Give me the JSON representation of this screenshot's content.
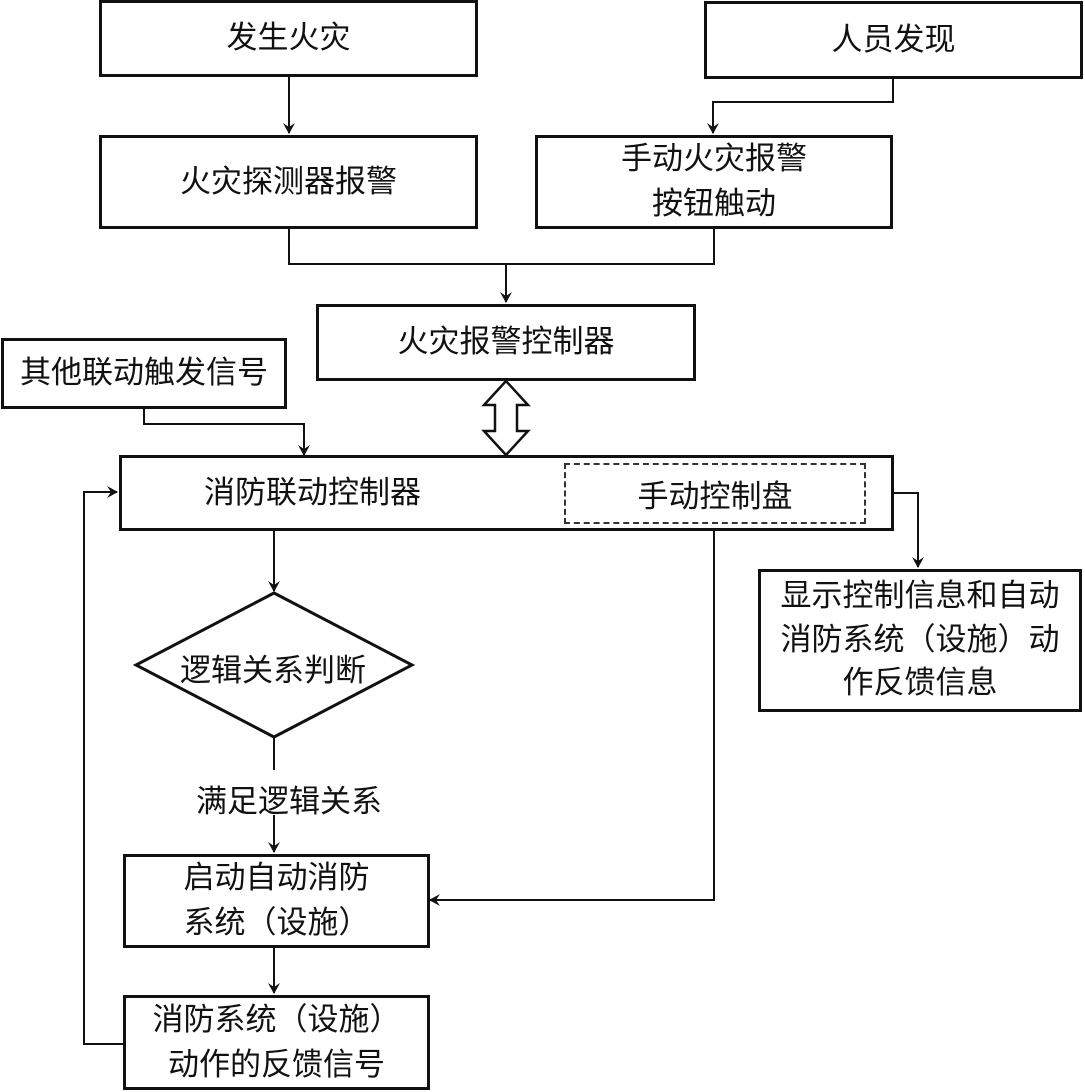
{
  "nodes": {
    "fire_occurs": "发生火灾",
    "person_finds": "人员发现",
    "detector_alarm": "火灾探测器报警",
    "manual_button_line1": "手动火灾报警",
    "manual_button_line2": "按钮触动",
    "alarm_controller": "火灾报警控制器",
    "other_signals": "其他联动触发信号",
    "linkage_controller": "消防联动控制器",
    "manual_panel": "手动控制盘",
    "display_line1": "显示控制信息和自动",
    "display_line2": "消防系统（设施）动",
    "display_line3": "作反馈信息",
    "logic_judge": "逻辑关系判断",
    "logic_met": "满足逻辑关系",
    "start_line1": "启动自动消防",
    "start_line2": "系统（设施）",
    "feedback_line1": "消防系统（设施）",
    "feedback_line2": "动作的反馈信号"
  }
}
